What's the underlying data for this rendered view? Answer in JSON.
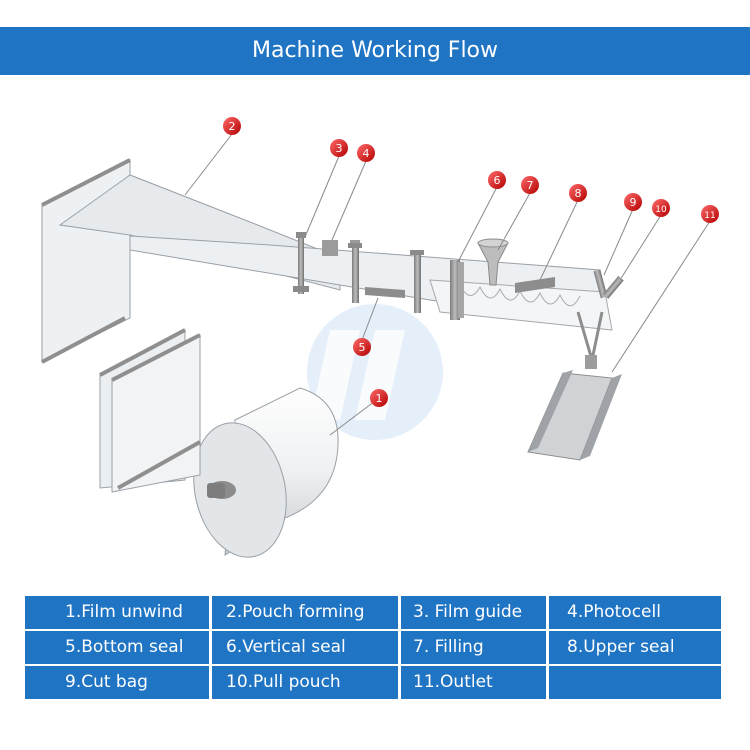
{
  "header": {
    "title": "Machine Working Flow"
  },
  "callouts": [
    "1",
    "2",
    "3",
    "4",
    "5",
    "6",
    "7",
    "8",
    "9",
    "10",
    "11"
  ],
  "legend": [
    "1.Film unwind",
    "2.Pouch forming",
    "3. Film guide",
    "4.Photocell",
    "5.Bottom seal",
    "6.Vertical seal",
    "7. Filling",
    "8.Upper seal",
    "9.Cut bag",
    "10.Pull pouch",
    "11.Outlet",
    ""
  ],
  "colors": {
    "header_bg": "#1f74c4",
    "legend_bg": "#1f74c4",
    "callout": "#e02020",
    "machine_gray": "#8f8f8f"
  }
}
